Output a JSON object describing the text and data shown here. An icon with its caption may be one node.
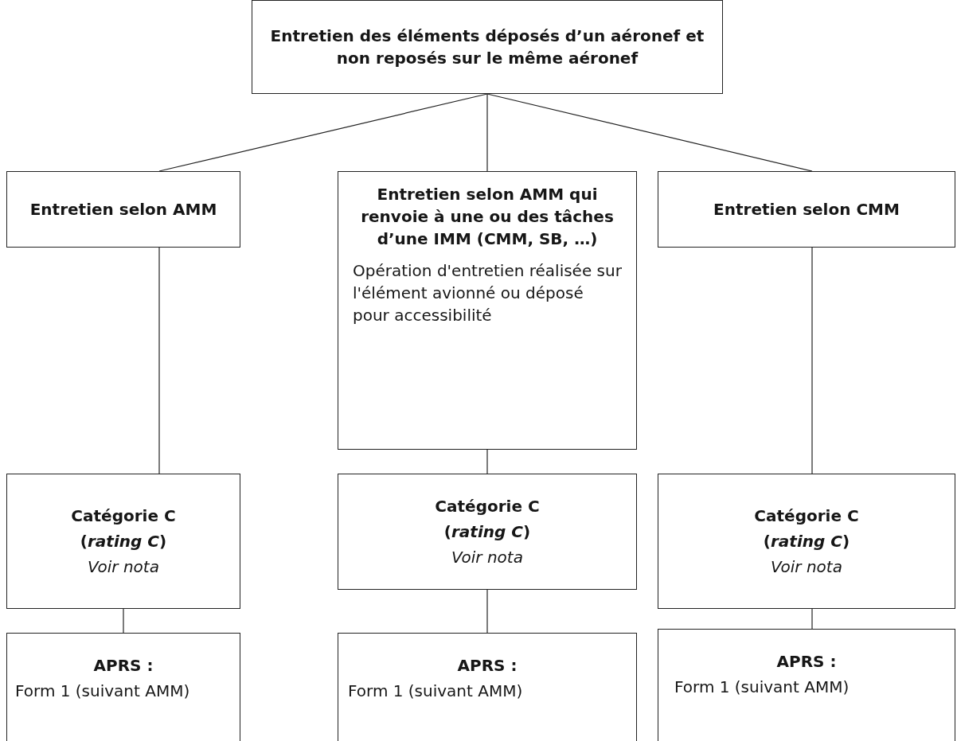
{
  "diagram": {
    "nodes": [
      {
        "text": [
          "Entretien des éléments déposés d’un aéronef et non reposés sur le même aéronef"
        ]
      },
      {
        "text": [
          "Entretien selon AMM"
        ]
      },
      {
        "text": [
          "Entretien selon AMM qui renvoie à une ou des tâches d’une IMM (CMM, SB, …)",
          "Opération d'entretien réalisée sur l'élément avionné ou déposé pour accessibilité"
        ]
      },
      {
        "text": [
          "Entretien selon CMM"
        ]
      },
      {
        "text": [
          "Catégorie C",
          "(*rating C*)",
          "Voir nota"
        ]
      },
      {
        "text": [
          "Catégorie C",
          "(*rating C*)",
          "Voir nota"
        ]
      },
      {
        "text": [
          "Catégorie C",
          "(*rating C*)",
          "Voir nota"
        ]
      },
      {
        "text": [
          "APRS :",
          "Form 1 (suivant AMM)"
        ]
      },
      {
        "text": [
          "APRS :",
          "Form 1 (suivant AMM)"
        ]
      },
      {
        "text": [
          "APRS :",
          "Form 1 (suivant AMM)"
        ]
      }
    ],
    "edges": [
      {
        "from": 0,
        "to": 1,
        "arrow": "none"
      },
      {
        "from": 0,
        "to": 2,
        "arrow": "none"
      },
      {
        "from": 0,
        "to": 3,
        "arrow": "none"
      },
      {
        "from": 1,
        "to": 4,
        "arrow": "none"
      },
      {
        "from": 2,
        "to": 5,
        "arrow": "none"
      },
      {
        "from": 3,
        "to": 6,
        "arrow": "none"
      },
      {
        "from": 4,
        "to": 7,
        "arrow": "none"
      },
      {
        "from": 5,
        "to": 8,
        "arrow": "none"
      },
      {
        "from": 6,
        "to": 9,
        "arrow": "none"
      }
    ]
  }
}
